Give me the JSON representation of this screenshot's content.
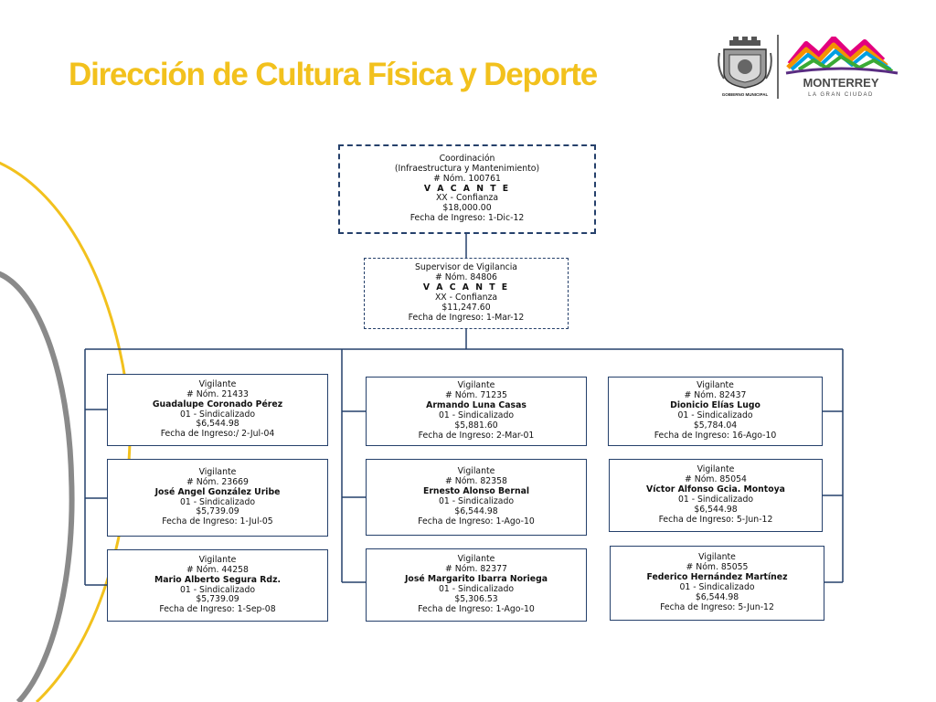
{
  "header": {
    "title": "Dirección de Cultura Física y Deporte",
    "seal_caption": "GOBIERNO MUNICIPAL",
    "city_name": "MONTERREY",
    "city_tagline": "LA GRAN CIUDAD"
  },
  "colors": {
    "title": "#F2C11D",
    "box_border": "#25406B",
    "connector": "#25406B",
    "deco_yellow": "#F2C11D",
    "deco_gray": "#8A8A8A"
  },
  "org_chart": {
    "coordinacion": {
      "lines": [
        "Coordinación",
        "(Infraestructura y Mantenimiento)",
        "# Nóm. 100761",
        "V A C A N T E",
        "XX - Confianza",
        "$18,000.00",
        "Fecha de Ingreso: 1-Dic-12"
      ]
    },
    "supervisor": {
      "lines": [
        "Supervisor de Vigilancia",
        "# Nóm. 84806",
        "V A C A N T E",
        "XX - Confianza",
        "$11,247.60",
        "Fecha de Ingreso:  1-Mar-12"
      ]
    },
    "vigilantes": [
      {
        "title": "Vigilante",
        "number": "# Nóm. 21433",
        "name": "Guadalupe Coronado Pérez",
        "type": "01 - Sindicalizado",
        "salary": "$6,544.98",
        "hire": "Fecha de Ingreso:/ 2-Jul-04"
      },
      {
        "title": "Vigilante",
        "number": "# Nóm. 23669",
        "name": "José Angel  González Uribe",
        "type": "01 - Sindicalizado",
        "salary": "$5,739.09",
        "hire": "Fecha de Ingreso:  1-Jul-05"
      },
      {
        "title": "Vigilante",
        "number": "# Nóm. 44258",
        "name": "Mario Alberto Segura Rdz.",
        "type": "01 - Sindicalizado",
        "salary": "$5,739.09",
        "hire": "Fecha de Ingreso:  1-Sep-08"
      },
      {
        "title": "Vigilante",
        "number": "# Nóm. 71235",
        "name": "Armando Luna Casas",
        "type": "01 - Sindicalizado",
        "salary": "$5,881.60",
        "hire": "Fecha de Ingreso:  2-Mar-01"
      },
      {
        "title": "Vigilante",
        "number": "# Nóm. 82358",
        "name": "Ernesto Alonso Bernal",
        "type": "01 - Sindicalizado",
        "salary": "$6,544.98",
        "hire": "Fecha de Ingreso:  1-Ago-10"
      },
      {
        "title": "Vigilante",
        "number": "# Nóm. 82377",
        "name": "José Margarito Ibarra Noriega",
        "type": "01 - Sindicalizado",
        "salary": "$5,306.53",
        "hire": "Fecha de Ingreso:  1-Ago-10"
      },
      {
        "title": "Vigilante",
        "number": "# Nóm. 82437",
        "name": "Dionicio Elías Lugo",
        "type": "01 - Sindicalizado",
        "salary": "$5,784.04",
        "hire": "Fecha de Ingreso:  16-Ago-10"
      },
      {
        "title": "Vigilante",
        "number": "# Nóm. 85054",
        "name": "Víctor Alfonso Gcia. Montoya",
        "type": "01 - Sindicalizado",
        "salary": "$6,544.98",
        "hire": "Fecha de Ingreso:  5-Jun-12"
      },
      {
        "title": "Vigilante",
        "number": "# Nóm. 85055",
        "name": "Federico Hernández Martínez",
        "type": "01 - Sindicalizado",
        "salary": "$6,544.98",
        "hire": "Fecha de Ingreso:  5-Jun-12"
      }
    ]
  }
}
